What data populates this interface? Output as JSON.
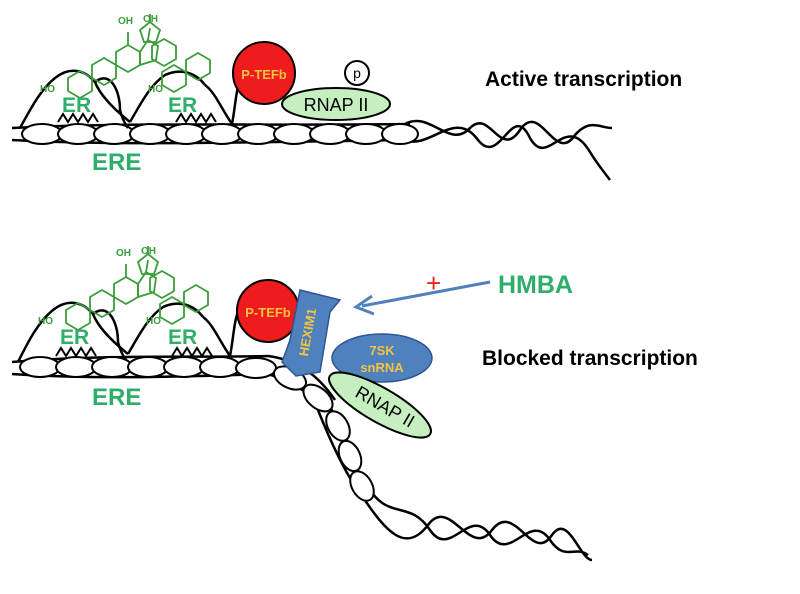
{
  "top_panel": {
    "status_label": "Active transcription",
    "receptor_labels": [
      "ER",
      "ER"
    ],
    "steroid_oh": [
      "OH",
      "OH",
      "HO",
      "HO"
    ],
    "element_label": "ERE",
    "kinase_label": "P-TEFb",
    "polymerase_label": "RNAP II",
    "phospho_label": "p"
  },
  "bottom_panel": {
    "status_label": "Blocked transcription",
    "receptor_labels": [
      "ER",
      "ER"
    ],
    "steroid_oh": [
      "OH",
      "OH",
      "HO",
      "HO"
    ],
    "element_label": "ERE",
    "kinase_label": "P-TEFb",
    "hexim_label": "HEXIM1",
    "snrna_label": [
      "7SK",
      "snRNA"
    ],
    "polymerase_label": "RNAP II",
    "drug_label": "HMBA",
    "induce_sign": "+"
  },
  "colors": {
    "er_green": "#2fae6a",
    "steroid_green": "#3a9d3a",
    "ptefb_red": "#ee1c1c",
    "ptefb_text": "#f5c342",
    "rnap_green": "#c6efc0",
    "hexim_blue": "#4f81bd",
    "hmba_green": "#2fae6a",
    "plus_red": "#e8231f"
  }
}
